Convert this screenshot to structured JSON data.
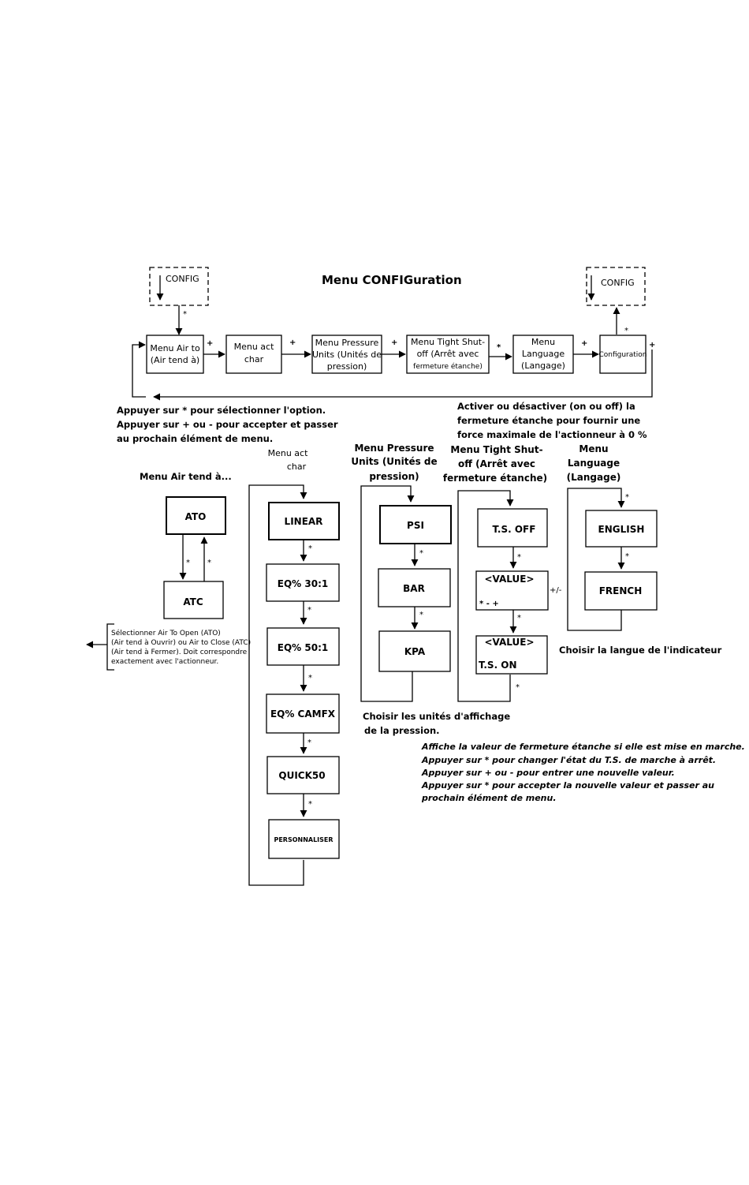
{
  "title": "Menu CONFIGuration",
  "config_left": "CONFIG",
  "config_right": "CONFIG",
  "flow": {
    "air_to": [
      "Menu Air to",
      "(Air tend à)"
    ],
    "act_char": [
      "Menu act",
      "char"
    ],
    "pressure": [
      "Menu Pressure",
      "Units (Unités de",
      "pression)"
    ],
    "tight": [
      "Menu Tight Shut-",
      "off (Arrêt avec",
      "fermeture étanche)"
    ],
    "language": [
      "Menu",
      "Language",
      "(Langage)"
    ],
    "configuration": "Configuration"
  },
  "symbols": {
    "plus": "+",
    "star": "*",
    "plusminus": "+/-",
    "star_minus_plus": "* -  +"
  },
  "note_select": [
    "Appuyer sur * pour sélectionner l'option.",
    "Appuyer sur + ou - pour accepter et passer",
    "au prochain élément de menu."
  ],
  "note_tight": [
    "Activer ou désactiver (on ou off) la",
    "fermeture étanche pour fournir une",
    "force maximale de l'actionneur à 0 %"
  ],
  "headers": {
    "air_to": "Menu Air tend à...",
    "act_char": [
      "Menu act",
      "char"
    ],
    "pressure": [
      "Menu Pressure",
      "Units (Unités de",
      "pression)"
    ],
    "tight": [
      "Menu Tight Shut-",
      "off (Arrêt avec",
      "fermeture étanche)"
    ],
    "language": [
      "Menu",
      "Language",
      "(Langage)"
    ]
  },
  "air_to_options": [
    "ATO",
    "ATC"
  ],
  "air_to_note": [
    "Sélectionner Air To Open (ATO)",
    "(Air tend à Ouvrir) ou Air to Close (ATC)",
    "(Air tend à Fermer). Doit correspondre",
    "exactement avec l'actionneur."
  ],
  "act_char_options": [
    "LINEAR",
    "EQ% 30:1",
    "EQ% 50:1",
    "EQ% CAMFX",
    "QUICK50",
    "PERSONNALISER"
  ],
  "pressure_options": [
    "PSI",
    "BAR",
    "KPA"
  ],
  "pressure_note": [
    "Choisir les unités d'affichage",
    "de la pression."
  ],
  "tight_states": {
    "off": "T.S. OFF",
    "value": "<VALUE>",
    "on": "T.S. ON"
  },
  "tight_note": [
    "Affiche la valeur de fermeture étanche si elle est mise en marche.",
    "Appuyer sur * pour changer l'état du T.S. de marche à arrêt.",
    "Appuyer sur + ou - pour entrer une nouvelle valeur.",
    "Appuyer sur * pour accepter la nouvelle valeur et passer au",
    "prochain élément de menu."
  ],
  "language_options": [
    "ENGLISH",
    "FRENCH"
  ],
  "language_note": "Choisir la langue de l'indicateur"
}
